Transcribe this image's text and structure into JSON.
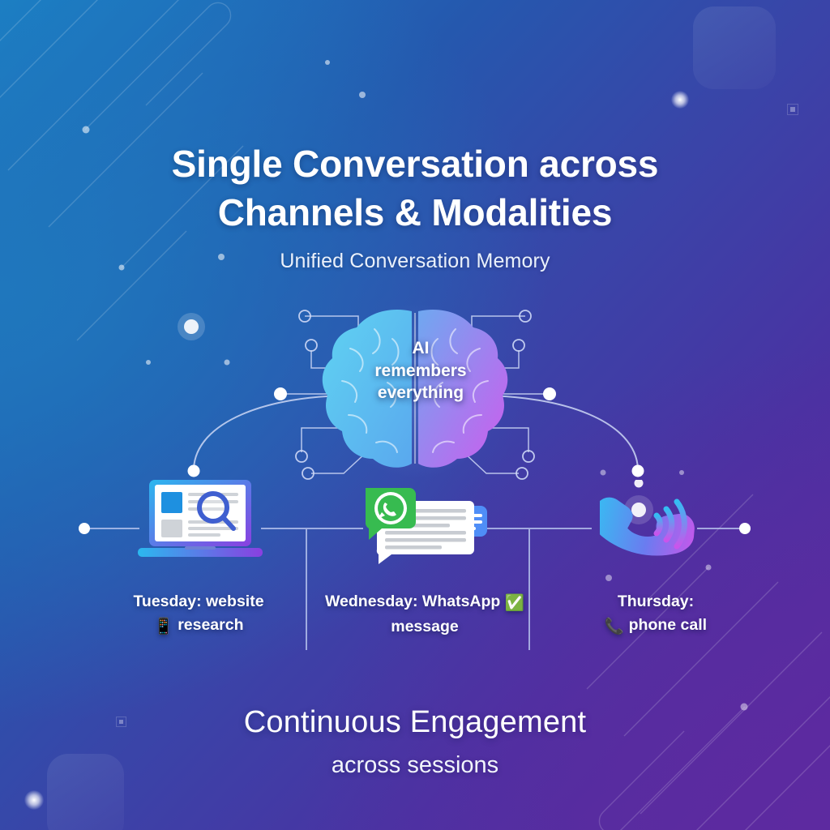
{
  "headline": {
    "line1": "Single Conversation across",
    "line2": "Channels & Modalities"
  },
  "subtitle": "Unified Conversation Memory",
  "brain": {
    "icon": "brain-icon",
    "label_line1": "AI",
    "label_line2": "remembers",
    "label_line3": "everything"
  },
  "channels": [
    {
      "icon": "laptop-website-search-icon",
      "caption_line1": "Tuesday: website",
      "caption_icon": "mobile-phone-icon",
      "caption_icon_glyph": "📱",
      "caption_line2": "research"
    },
    {
      "icon": "whatsapp-message-icon",
      "caption_line1": "Wednesday: WhatsApp",
      "caption_icon": "check-mark-button-icon",
      "caption_icon_glyph": "✅",
      "caption_line2": "message"
    },
    {
      "icon": "ringing-phone-icon",
      "caption_line1": "Thursday:",
      "caption_icon": "telephone-receiver-icon",
      "caption_icon_glyph": "📞",
      "caption_line2": "phone call"
    }
  ],
  "footer": {
    "main": "Continuous Engagement",
    "sub": "across sessions"
  },
  "colors": {
    "bg_blue": "#1a82c6",
    "bg_mid": "#3a44a8",
    "bg_purple": "#5b2a9f",
    "brain_cyan": "#45c8f0",
    "brain_magenta": "#c152e8",
    "whatsapp_green": "#37bb50",
    "check_green": "#22c55e",
    "accent_line": "#cdd7f5",
    "text_white": "#ffffff"
  }
}
